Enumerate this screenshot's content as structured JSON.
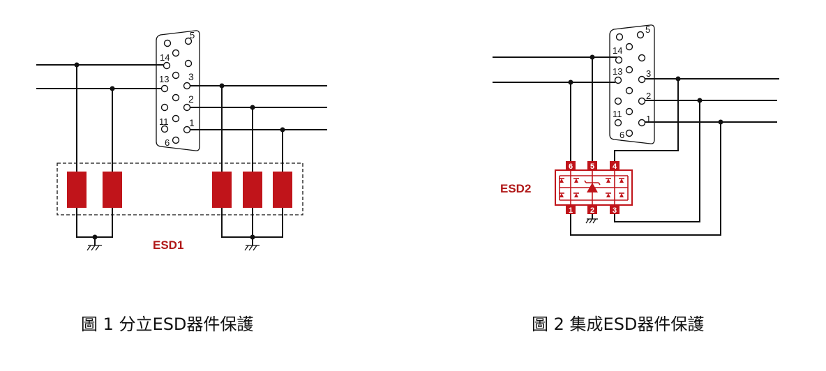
{
  "figure1": {
    "caption": "圖 1 分立ESD器件保護",
    "esd_label": "ESD1",
    "pins": {
      "p5": "5",
      "p14": "14",
      "p13": "13",
      "p3": "3",
      "p2": "2",
      "p11": "11",
      "p1": "1",
      "p6": "6"
    }
  },
  "figure2": {
    "caption": "圖 2 集成ESD器件保護",
    "esd_label": "ESD2",
    "pins": {
      "p5": "5",
      "p14": "14",
      "p13": "13",
      "p3": "3",
      "p2": "2",
      "p11": "11",
      "p1": "1",
      "p6": "6"
    },
    "chip_pins": {
      "t1": "6",
      "t2": "5",
      "t3": "4",
      "b1": "1",
      "b2": "2",
      "b3": "3"
    }
  },
  "colors": {
    "accent_red": "#c0141a",
    "esd_label": "#b01818",
    "wire": "#111111"
  }
}
